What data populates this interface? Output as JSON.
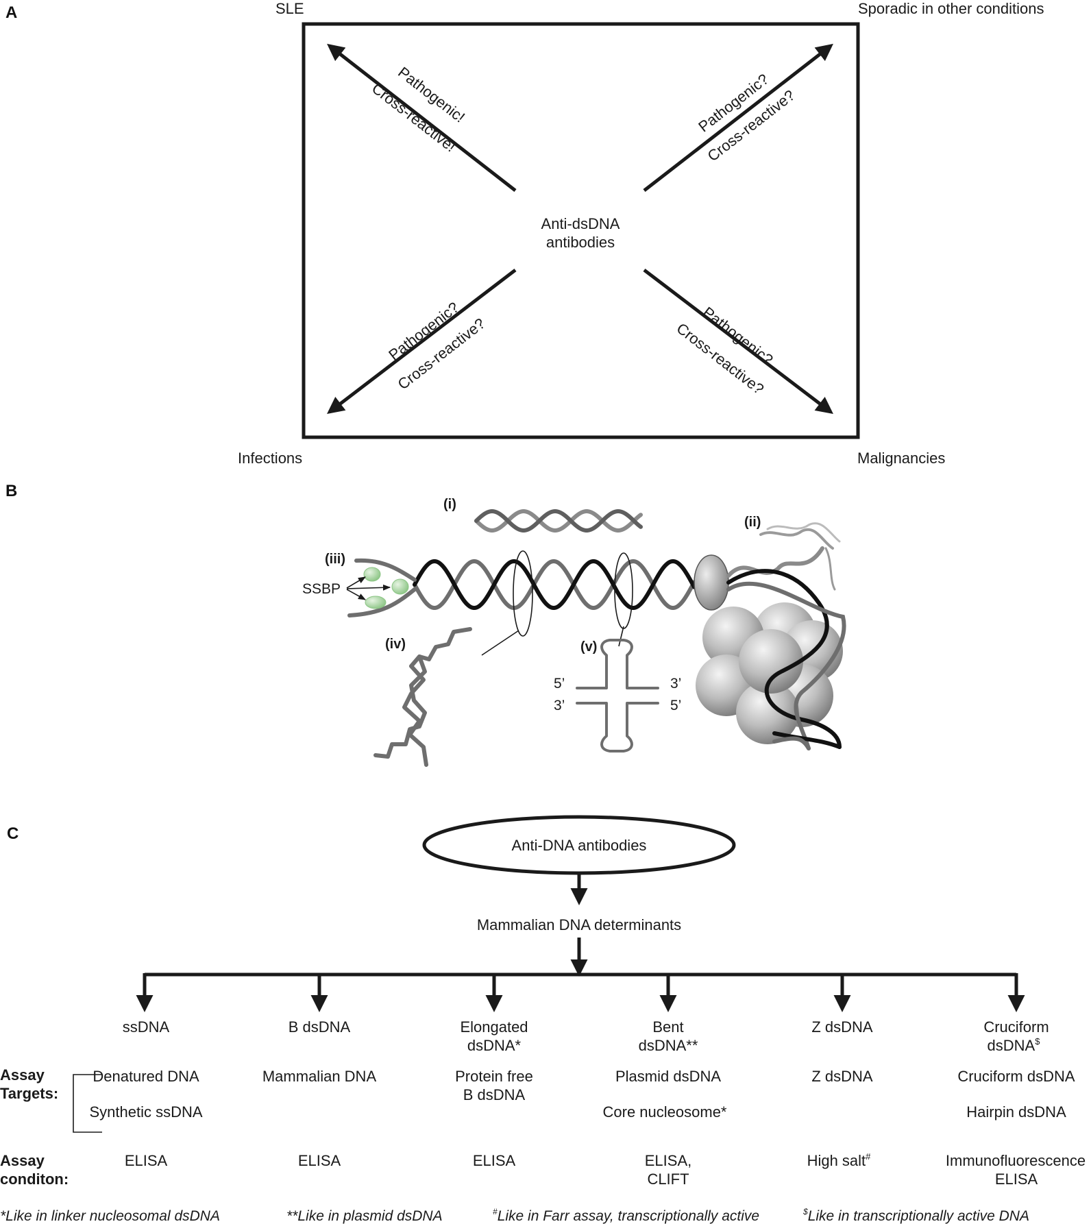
{
  "panels": {
    "a": "A",
    "b": "B",
    "c": "C"
  },
  "panel_a": {
    "center_line1": "Anti-dsDNA",
    "center_line2": "antibodies",
    "corners": {
      "top_left": "SLE",
      "top_right": "Sporadic in other conditions",
      "bottom_left": "Infections",
      "bottom_right": "Malignancies"
    },
    "arrows": {
      "top_left": {
        "line1": "Pathogenic!",
        "line2": "Cross-reactive!"
      },
      "top_right": {
        "line1": "Pathogenic?",
        "line2": "Cross-reactive?"
      },
      "bottom_left": {
        "line1": "Pathogenic?",
        "line2": "Cross-reactive?"
      },
      "bottom_right": {
        "line1": "Pathogenic?",
        "line2": "Cross-reactive?"
      }
    }
  },
  "panel_b": {
    "labels": {
      "i": "(i)",
      "ii": "(ii)",
      "iii": "(iii)",
      "iv": "(iv)",
      "v": "(v)"
    },
    "ssbp": "SSBP",
    "ends": {
      "five_a": "5’",
      "three_a": "3’",
      "three_b": "3’",
      "five_b": "5’"
    },
    "colors": {
      "strand_dark": "#111111",
      "strand_gray": "#6e6e6e",
      "ssbp_green": "#a8d5a2",
      "histone_gray": "#a5a5a5"
    }
  },
  "panel_c": {
    "root": "Anti-DNA antibodies",
    "level2": "Mammalian DNA determinants",
    "row_labels": {
      "targets_1": "Assay",
      "targets_2": "Targets:",
      "cond_1": "Assay",
      "cond_2": "conditon:"
    },
    "columns": [
      {
        "title1": "ssDNA",
        "title2": "",
        "target1": "Denatured DNA",
        "target2": "Synthetic ssDNA",
        "cond1": "ELISA",
        "cond2": ""
      },
      {
        "title1": "B dsDNA",
        "title2": "",
        "target1": "Mammalian DNA",
        "target2": "",
        "cond1": "ELISA",
        "cond2": ""
      },
      {
        "title1": "Elongated",
        "title2": "dsDNA*",
        "target1": "Protein free",
        "target2": "B dsDNA",
        "cond1": "ELISA",
        "cond2": ""
      },
      {
        "title1": "Bent",
        "title2": "dsDNA**",
        "target1": "Plasmid dsDNA",
        "target2": "Core nucleosome*",
        "cond1": "ELISA,",
        "cond2": "CLIFT"
      },
      {
        "title1": "Z dsDNA",
        "title2": "",
        "target1": "Z dsDNA",
        "target2": "",
        "cond1": "High salt",
        "cond1_sup": "#",
        "cond2": ""
      },
      {
        "title1": "Cruciform",
        "title2": "dsDNA",
        "title2_sup": "$",
        "target1": "Cruciform dsDNA",
        "target2": "Hairpin dsDNA",
        "cond1": "Immunofluorescence",
        "cond2": "ELISA"
      }
    ],
    "footnotes": [
      {
        "sup": "",
        "text": "*Like in linker nucleosomal dsDNA"
      },
      {
        "sup": "",
        "text": "**Like in plasmid dsDNA"
      },
      {
        "sup": "#",
        "text": "Like in Farr assay, transcriptionally active"
      },
      {
        "sup": "$",
        "text": "Like in transcriptionally active DNA"
      }
    ]
  }
}
